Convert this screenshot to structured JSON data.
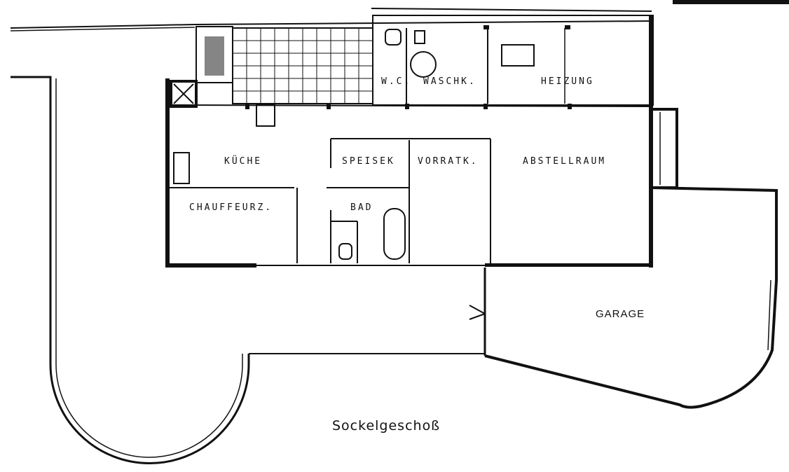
{
  "title": "Sockelgeschoß",
  "rooms": {
    "kueche": "KÜCHE",
    "speisek": "SPEISEK",
    "vorratk": "VORRATK.",
    "abstellraum": "ABSTELLRAUM",
    "chauffeurz": "CHAUFFEURZ.",
    "bad": "BAD",
    "wc": "W.C.",
    "waschk": "WASCHK.",
    "heizung": "HEIZUNG",
    "garage": "GARAGE"
  },
  "colors": {
    "ink": "#111111",
    "paper": "#ffffff"
  }
}
